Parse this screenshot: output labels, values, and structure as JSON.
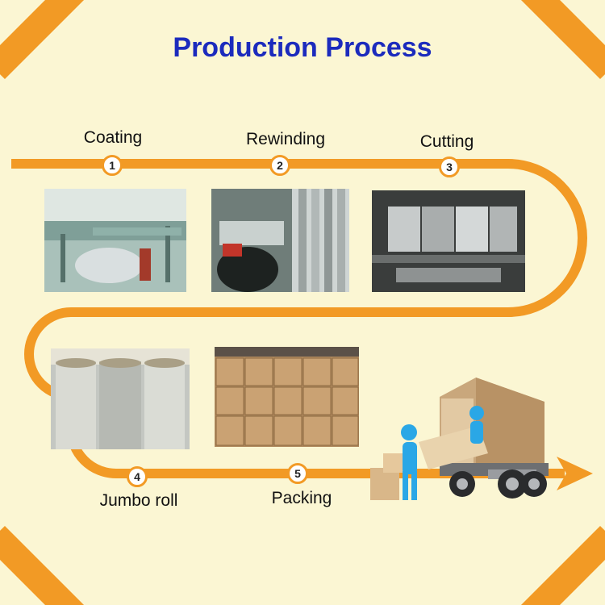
{
  "title": "Production Process",
  "steps": [
    {
      "number": "1",
      "label": "Coating",
      "photo_icon": "coating-machine"
    },
    {
      "number": "2",
      "label": "Rewinding",
      "photo_icon": "rewinding-machine"
    },
    {
      "number": "3",
      "label": "Cutting",
      "photo_icon": "cutting-rolls"
    },
    {
      "number": "4",
      "label": "Jumbo roll",
      "photo_icon": "jumbo-rolls"
    },
    {
      "number": "5",
      "label": "Packing",
      "photo_icon": "packed-cartons"
    }
  ],
  "colors": {
    "background": "#fbf6d3",
    "path": "#f29a25",
    "title": "#1c2bbd"
  },
  "delivery_icon": "delivery-truck-with-workers"
}
